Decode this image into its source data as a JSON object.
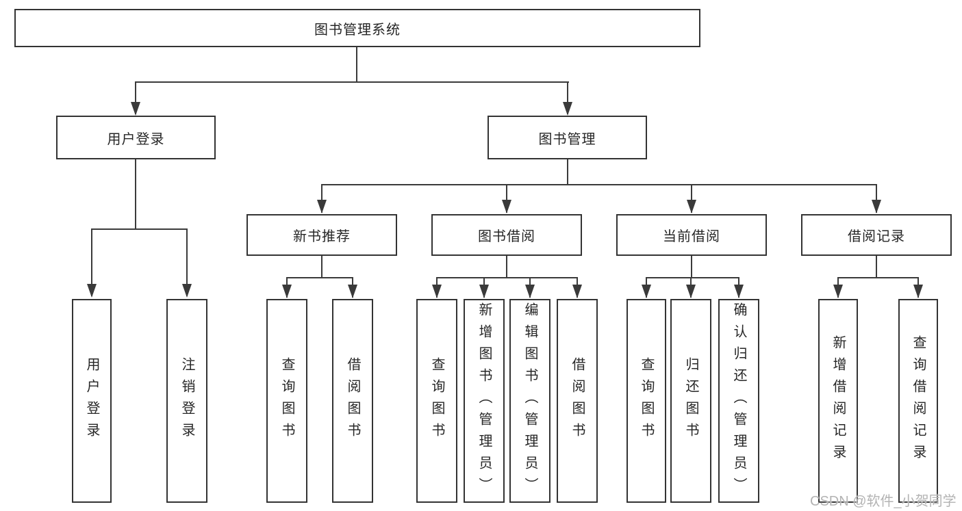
{
  "diagram": {
    "root": {
      "label": "图书管理系统"
    },
    "branches": [
      {
        "label": "用户登录",
        "children": [
          {
            "label": "用户登录"
          },
          {
            "label": "注销登录"
          }
        ]
      },
      {
        "label": "图书管理",
        "children": [
          {
            "label": "新书推荐",
            "children": [
              {
                "label": "查询图书"
              },
              {
                "label": "借阅图书"
              }
            ]
          },
          {
            "label": "图书借阅",
            "children": [
              {
                "label": "查询图书"
              },
              {
                "label": "新增图书（管理员）"
              },
              {
                "label": "编辑图书（管理员）"
              },
              {
                "label": "借阅图书"
              }
            ]
          },
          {
            "label": "当前借阅",
            "children": [
              {
                "label": "查询图书"
              },
              {
                "label": "归还图书"
              },
              {
                "label": "确认归还（管理员）"
              }
            ]
          },
          {
            "label": "借阅记录",
            "children": [
              {
                "label": "新增借阅记录"
              },
              {
                "label": "查询借阅记录"
              }
            ]
          }
        ]
      }
    ]
  },
  "watermark": {
    "text": "CSDN @软件_小贺同学"
  },
  "colors": {
    "line": "#3a3a3a",
    "border": "#333333",
    "text": "#262626",
    "background": "#ffffff",
    "watermark": "#b3b3b3"
  }
}
